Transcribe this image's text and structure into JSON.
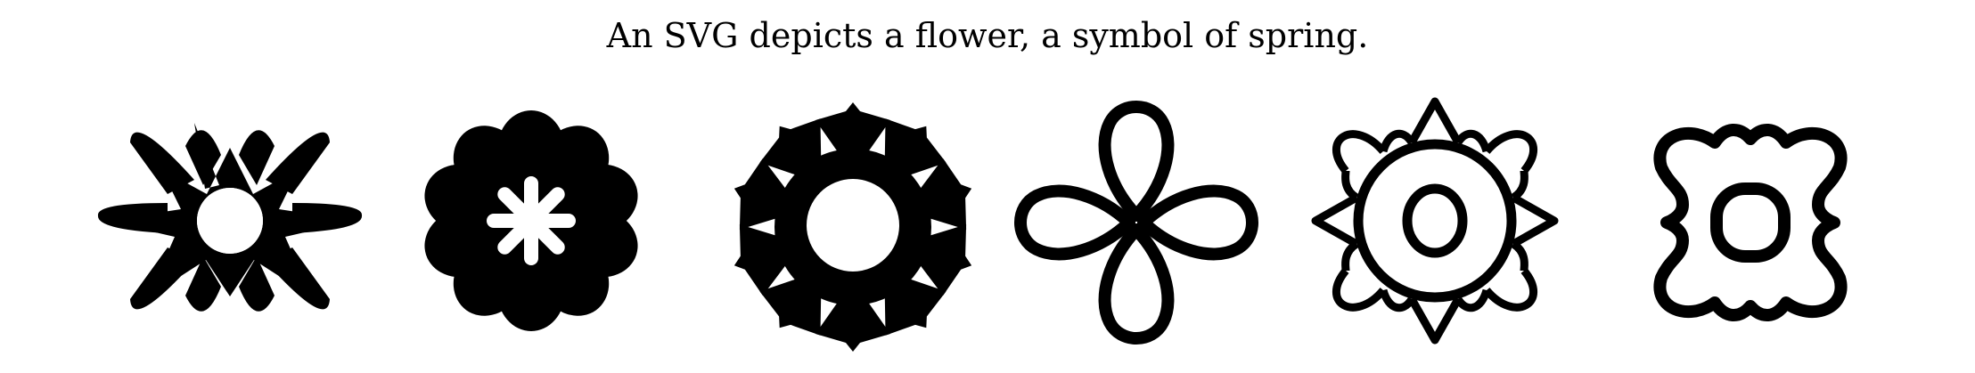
{
  "caption": "An SVG depicts a flower, a symbol of spring.",
  "colors": {
    "ink": "#000000",
    "background": "#ffffff"
  },
  "flowers": [
    {
      "name": "flower-1",
      "style": "solid",
      "petal_count": 10,
      "center": "hollow-circle"
    },
    {
      "name": "flower-2",
      "style": "solid",
      "petal_count": 10,
      "center": "asterisk-cutout"
    },
    {
      "name": "flower-3",
      "style": "solid",
      "petal_count": 10,
      "center": "hollow-circle"
    },
    {
      "name": "flower-4",
      "style": "outline",
      "petal_count": 4,
      "center": "none"
    },
    {
      "name": "flower-5",
      "style": "outline",
      "petal_count": 8,
      "center": "concentric-rings"
    },
    {
      "name": "flower-6",
      "style": "outline",
      "petal_count": 4,
      "center": "hollow-rounded-square"
    }
  ]
}
